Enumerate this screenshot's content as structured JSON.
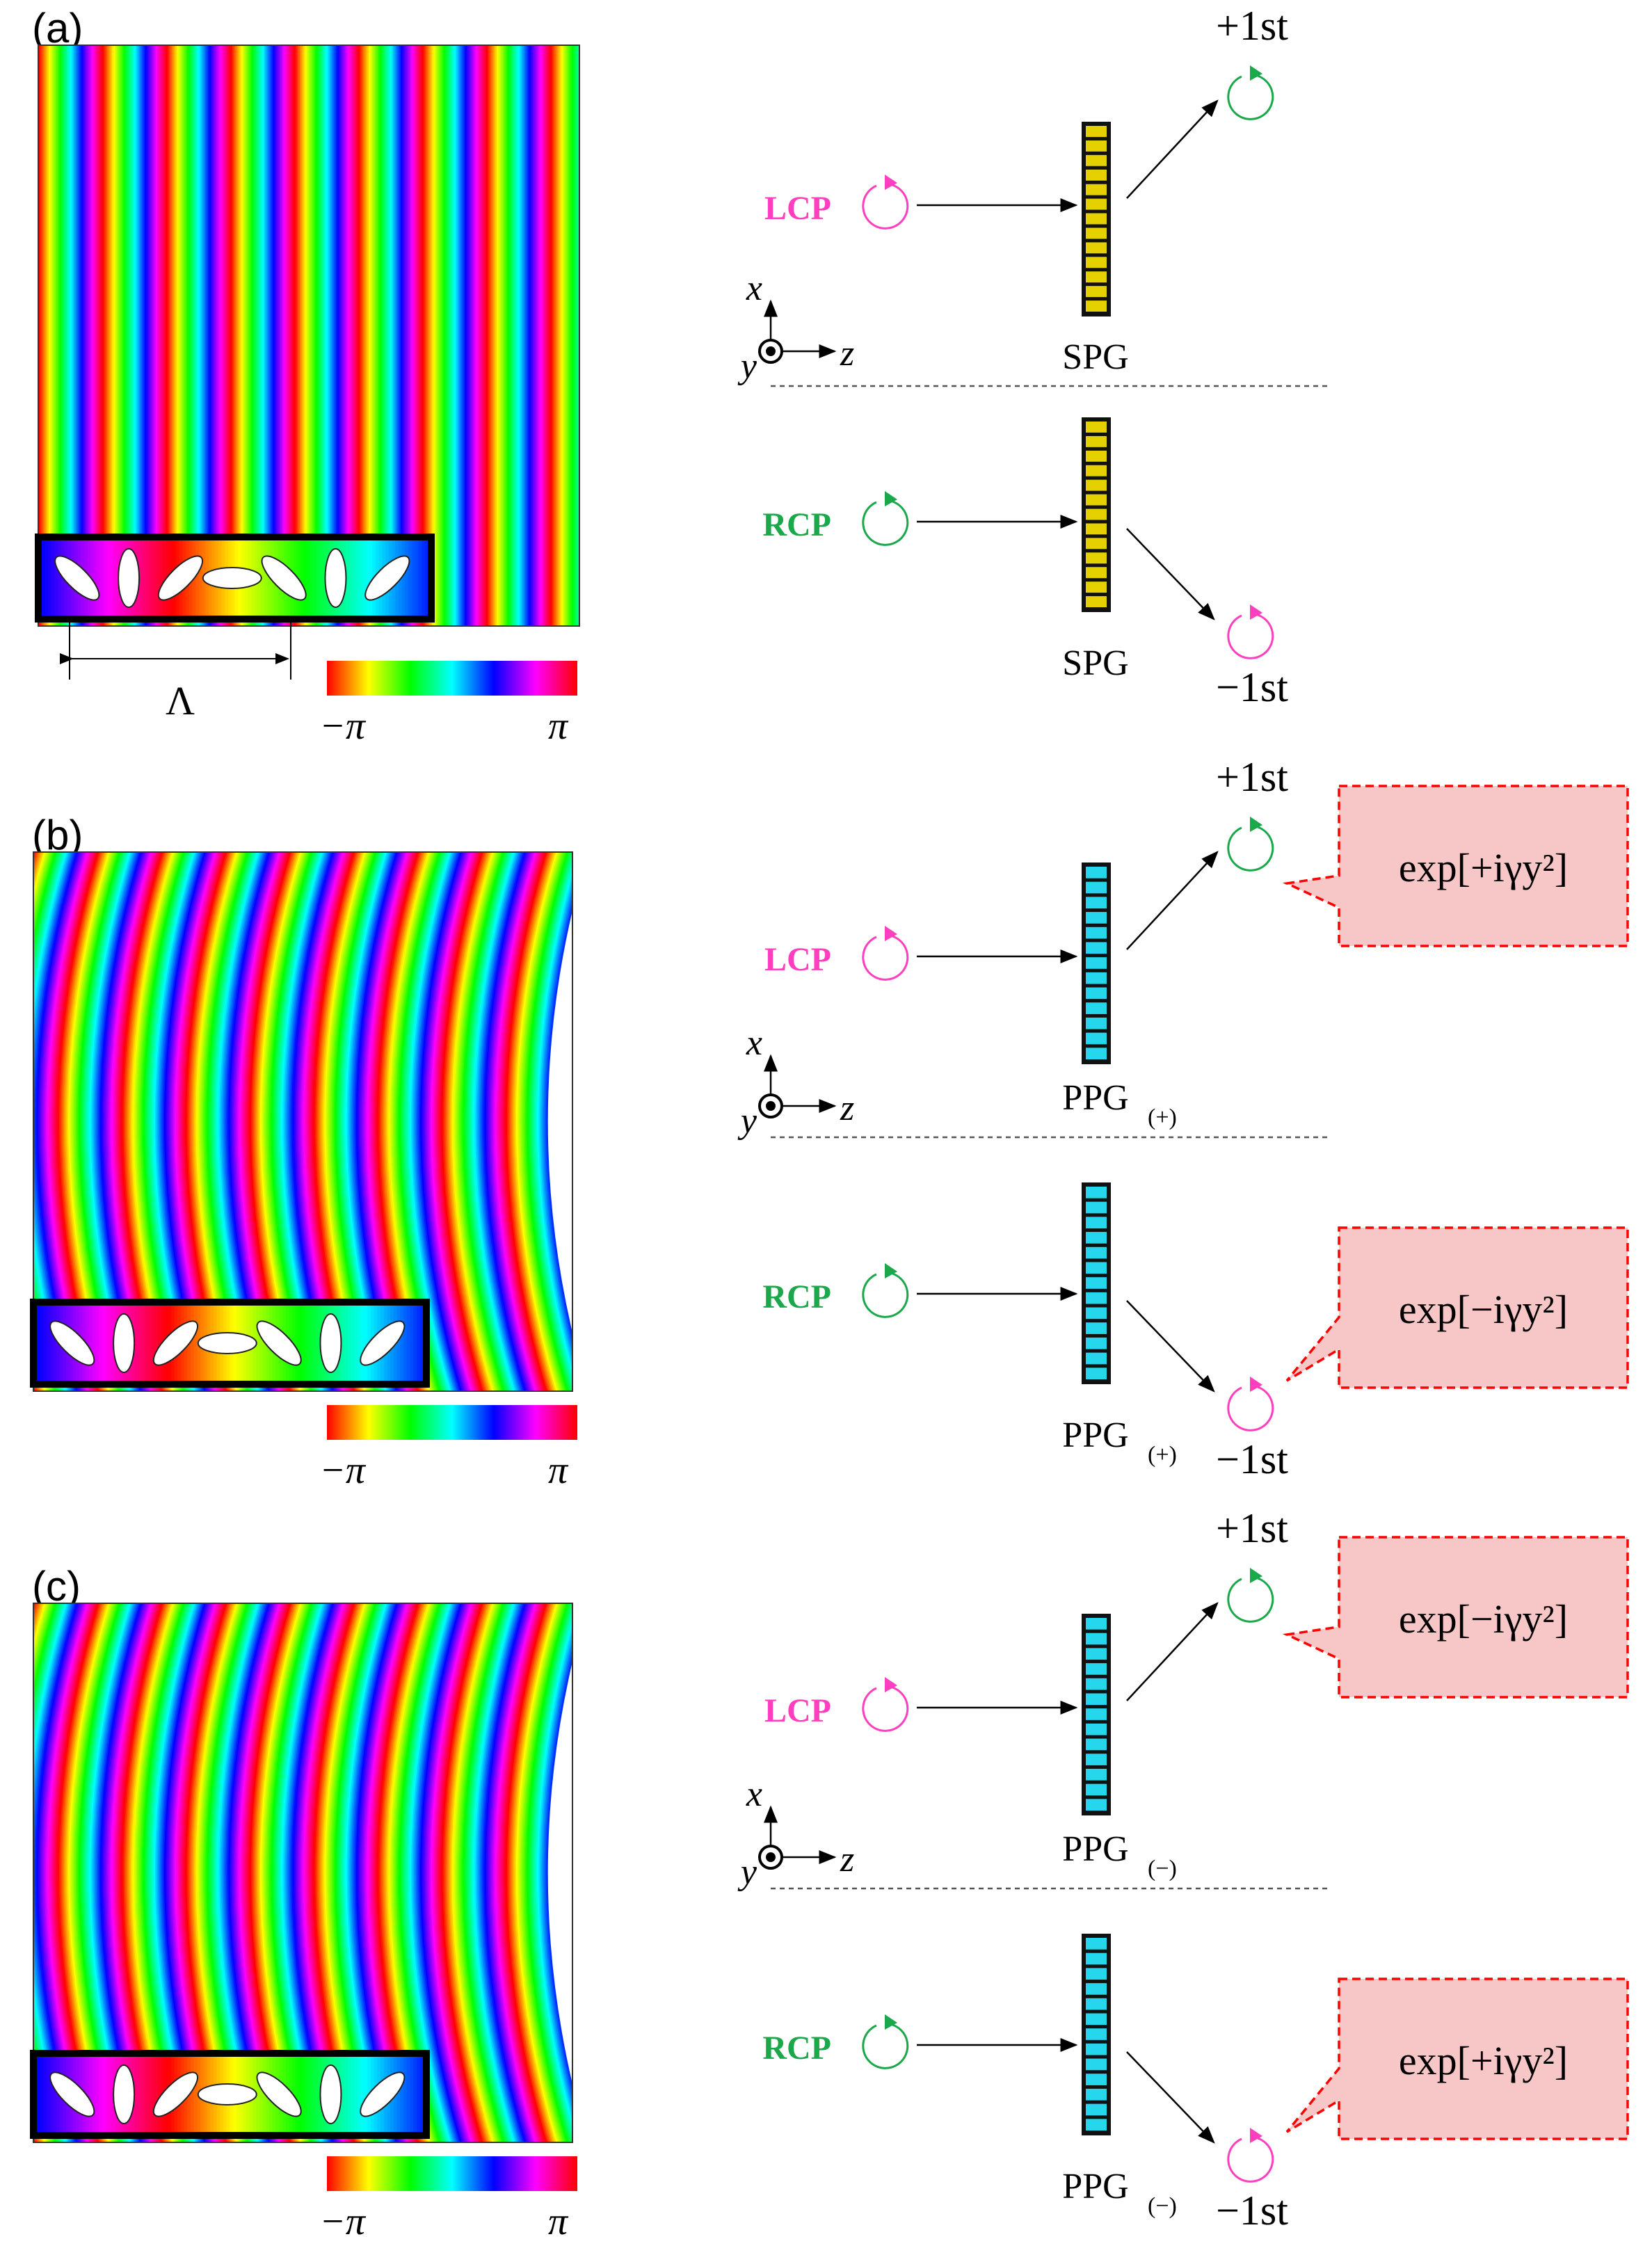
{
  "colors": {
    "lcp": "#ff3fbf",
    "rcp": "#1aa84b",
    "spg_fill": "#e5d000",
    "ppg_fill": "#26d6ec",
    "callout_fill": "#f7c6c6",
    "callout_border": "#ff0000",
    "hsv_scale": [
      "#ff0000",
      "#ffff00",
      "#00ff00",
      "#00ffff",
      "#0000ff",
      "#ff00ff",
      "#ff0000"
    ]
  },
  "colorbar": {
    "min_label": "−π",
    "max_label": "π"
  },
  "period_label": "Λ",
  "axes": {
    "x": "x",
    "y": "y",
    "z": "z"
  },
  "panels": [
    {
      "label": "(a)",
      "phase_pattern": "straight",
      "element": {
        "name": "SPG",
        "subscript": "",
        "style": "spg"
      },
      "top": {
        "input": "LCP",
        "order": "+1st",
        "phase": ""
      },
      "bottom": {
        "input": "RCP",
        "order": "−1st",
        "phase": ""
      }
    },
    {
      "label": "(b)",
      "phase_pattern": "curved",
      "element": {
        "name": "PPG",
        "subscript": "(+)",
        "style": "ppg"
      },
      "top": {
        "input": "LCP",
        "order": "+1st",
        "phase": "exp[+iγy²]"
      },
      "bottom": {
        "input": "RCP",
        "order": "−1st",
        "phase": "exp[−iγy²]"
      }
    },
    {
      "label": "(c)",
      "phase_pattern": "curved",
      "element": {
        "name": "PPG",
        "subscript": "(−)",
        "style": "ppg"
      },
      "top": {
        "input": "LCP",
        "order": "+1st",
        "phase": "exp[−iγy²]"
      },
      "bottom": {
        "input": "RCP",
        "order": "−1st",
        "phase": "exp[+iγy²]"
      }
    }
  ]
}
